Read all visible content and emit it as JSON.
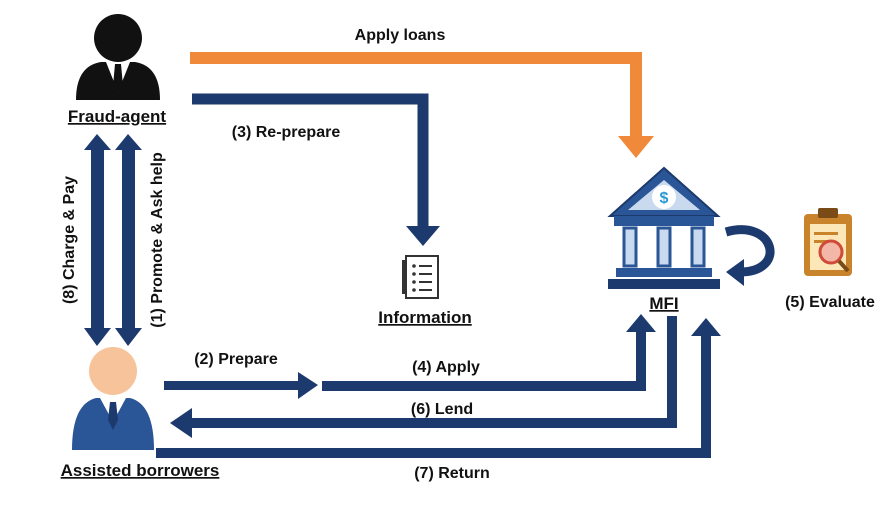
{
  "colors": {
    "navy": "#1c3a6e",
    "orange": "#f08a3a",
    "skin": "#f6c39a",
    "suit": "#111111",
    "bank_blue": "#2a5597",
    "bank_light": "#c9d9ee",
    "clipboard": "#c8832b"
  },
  "nodes": {
    "fraud_agent": {
      "label": "Fraud-agent",
      "icon": "agent-person-icon"
    },
    "borrowers": {
      "label": "Assisted borrowers",
      "icon": "borrower-person-icon"
    },
    "information": {
      "label": "Information",
      "icon": "document-icon"
    },
    "mfi": {
      "label": "MFI",
      "icon": "bank-icon"
    },
    "evaluate": {
      "label": "(5) Evaluate",
      "icon": "clipboard-magnifier-icon"
    }
  },
  "edges": {
    "apply_loans": "Apply loans",
    "re_prepare": "(3) Re-prepare",
    "charge_pay": "(8) Charge & Pay",
    "promote": "(1) Promote & Ask help",
    "prepare": "(2) Prepare",
    "apply": "(4) Apply",
    "lend": "(6) Lend",
    "return": "(7) Return"
  }
}
